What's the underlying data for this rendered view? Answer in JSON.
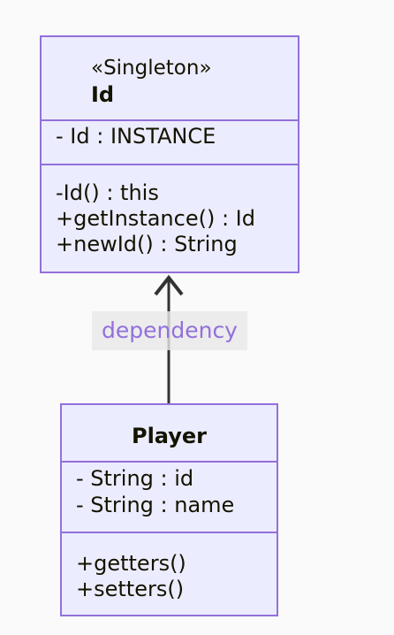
{
  "classes": {
    "id_class": {
      "stereotype": "«Singleton»",
      "name": "Id",
      "attributes": [
        "- Id : INSTANCE"
      ],
      "methods": [
        "-Id() : this",
        "+getInstance() : Id",
        "+newId() : String"
      ]
    },
    "player_class": {
      "name": "Player",
      "attributes": [
        "- String : id",
        "- String : name"
      ],
      "methods": [
        "+getters()",
        "+setters()"
      ]
    }
  },
  "relations": [
    {
      "from": "Player",
      "to": "Id",
      "label": "dependency",
      "arrow": "open"
    }
  ],
  "colors": {
    "background": "#fafafa",
    "box_fill": "#ececff",
    "box_border": "#9370db",
    "text": "#131300",
    "edge": "#333333",
    "edge_label": "#9370db"
  }
}
